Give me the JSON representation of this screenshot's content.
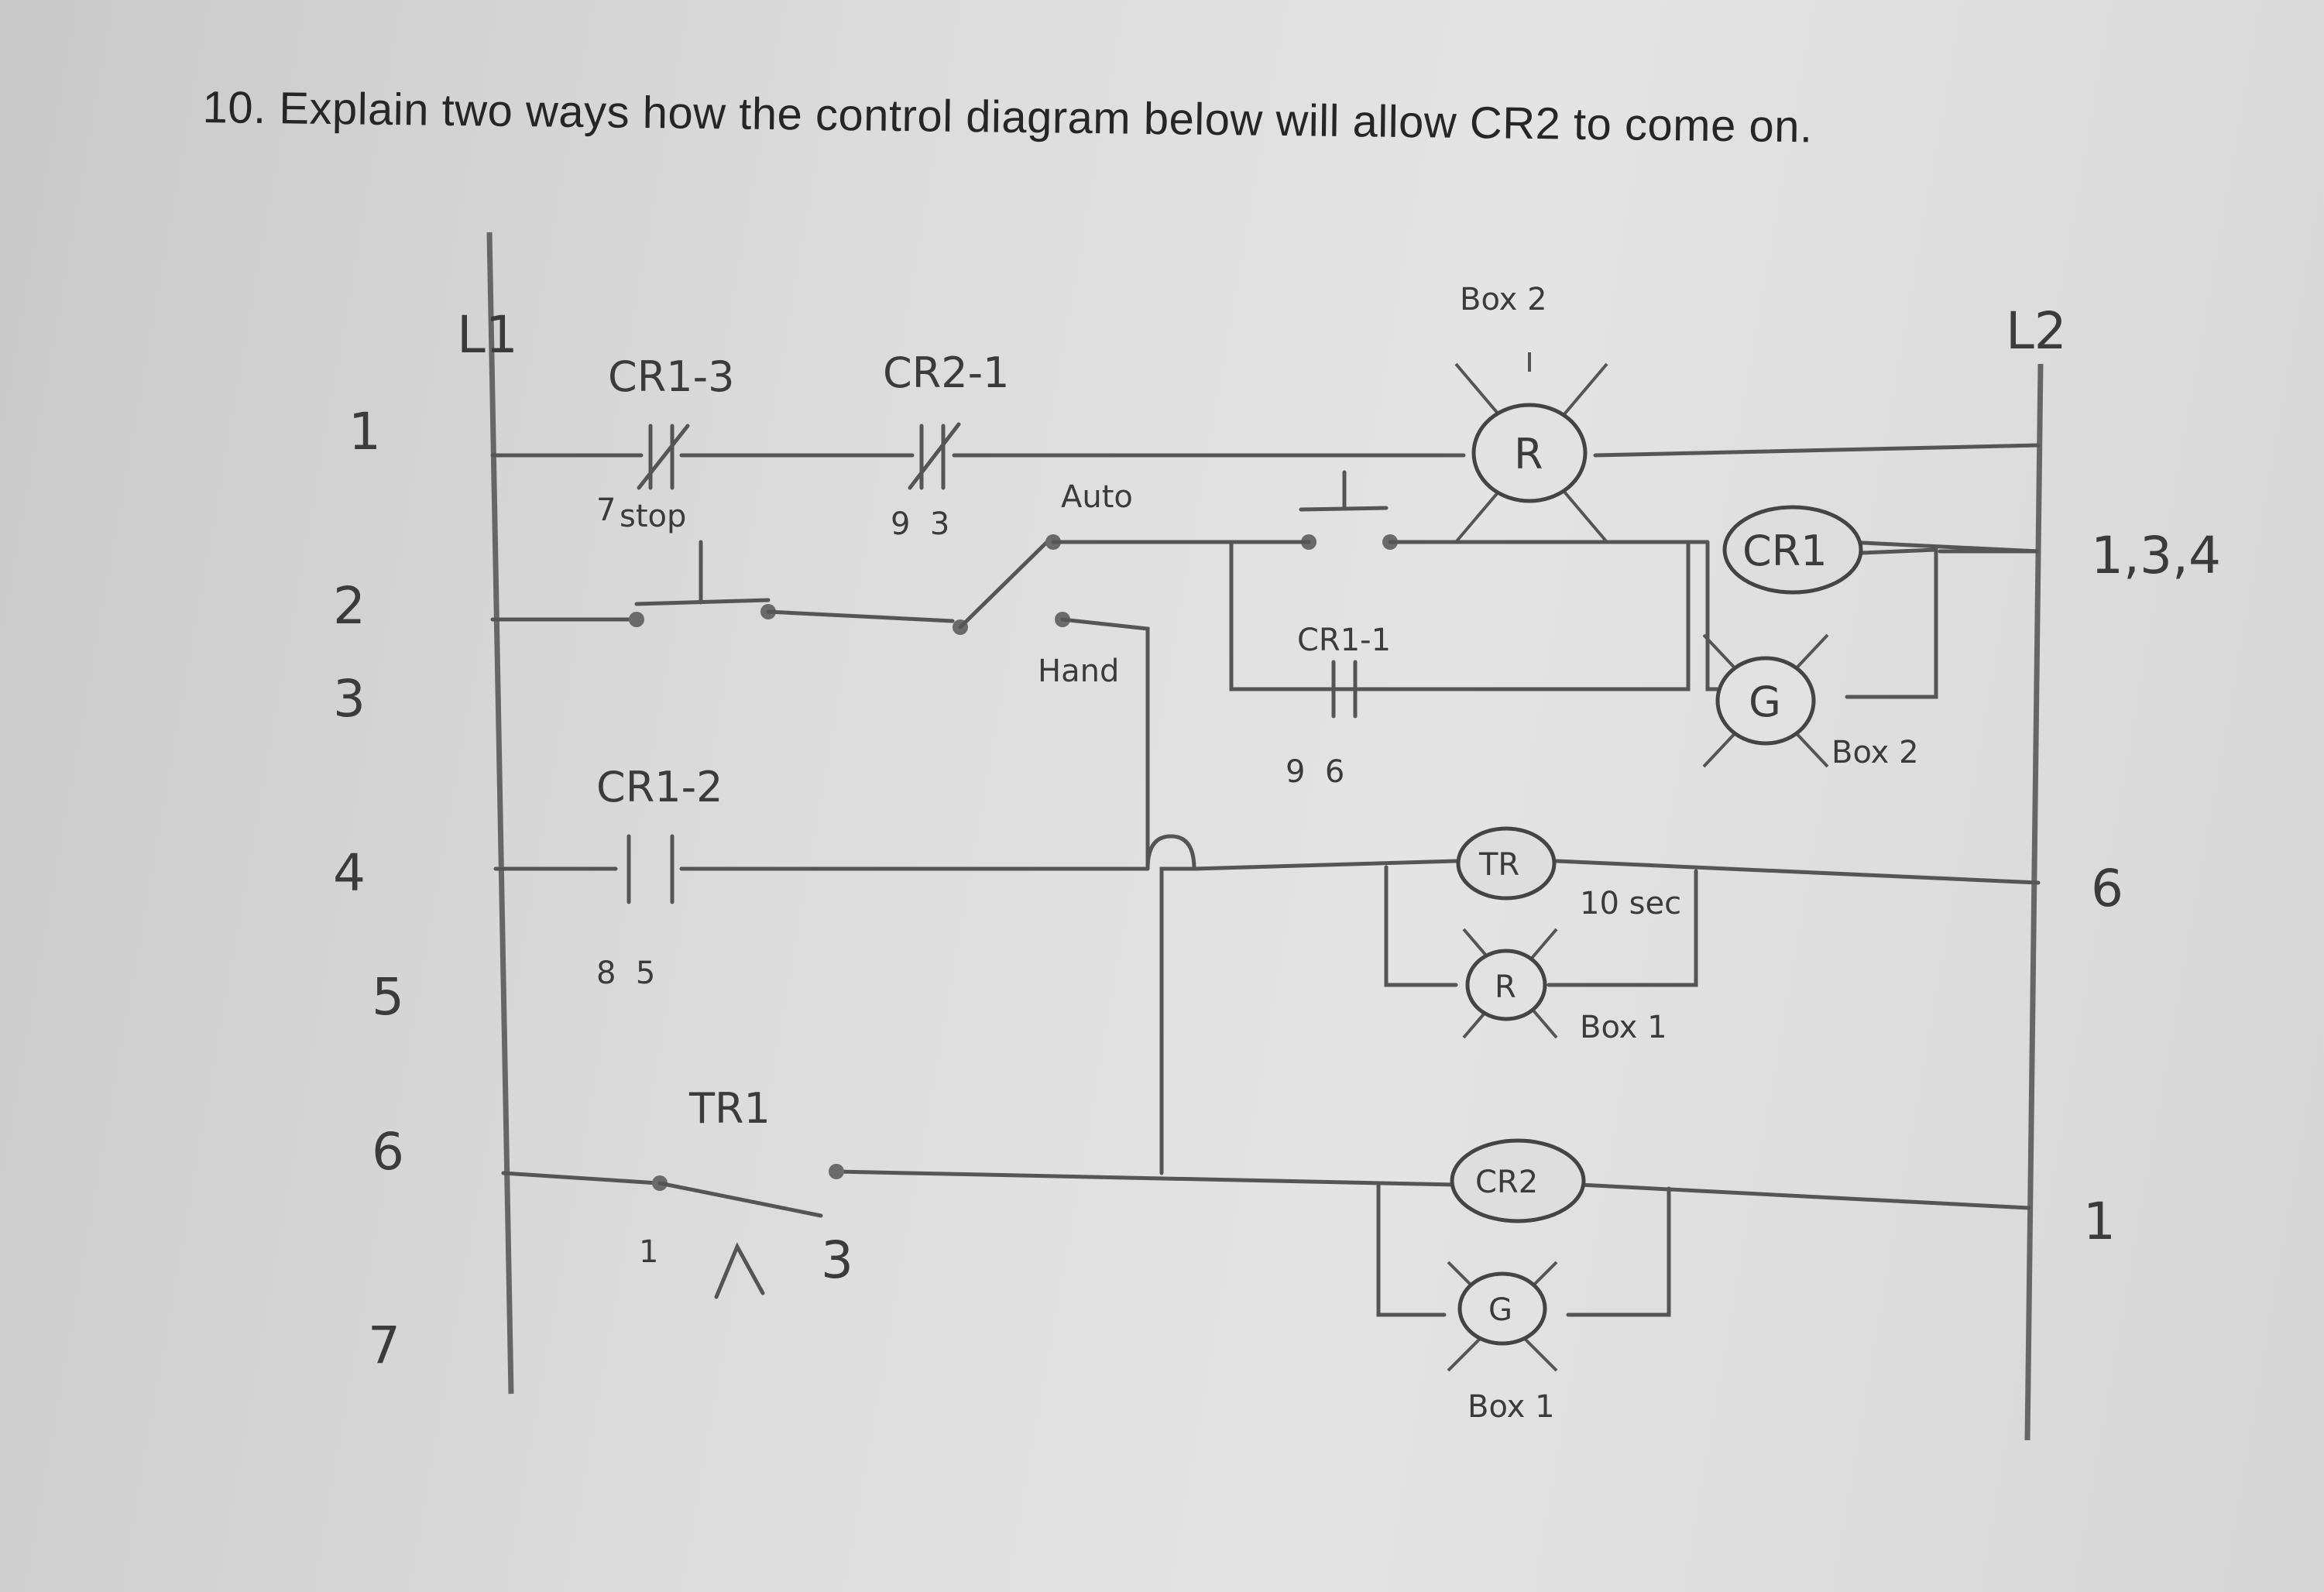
{
  "question": "10. Explain two ways how the control diagram below will allow CR2 to come on.",
  "diagram": {
    "rails": {
      "left": "L1",
      "right": "L2"
    },
    "line_numbers": [
      "1",
      "2",
      "3",
      "4",
      "5",
      "6",
      "7"
    ],
    "contacts": {
      "cr1_3": "CR1-3",
      "cr2_1": "CR2-1",
      "stop_ref": "7",
      "stop": "stop",
      "cr2_1_wires": "9  3",
      "auto": "Auto",
      "hand": "Hand",
      "cr1_1": "CR1-1",
      "cr1_1_wires": "9  6",
      "cr1_2": "CR1-2",
      "cr1_2_wires": "8  5",
      "tr1": "TR1",
      "tr1_left": "1",
      "tr1_right": "3"
    },
    "loads": {
      "lamp_r1": "R",
      "lamp_r1_box": "Box 2",
      "coil_cr1": "CR1",
      "lamp_g1": "G",
      "lamp_g1_box": "Box 2",
      "coil_tr": "TR",
      "tr_time": "10 sec",
      "lamp_r2": "R",
      "lamp_r2_box": "Box 1",
      "coil_cr2": "CR2",
      "lamp_g2": "G",
      "lamp_g2_box": "Box 1"
    },
    "references": {
      "cr1_refs": "1,3,4",
      "tr_refs": "6",
      "cr2_refs": "1"
    }
  }
}
